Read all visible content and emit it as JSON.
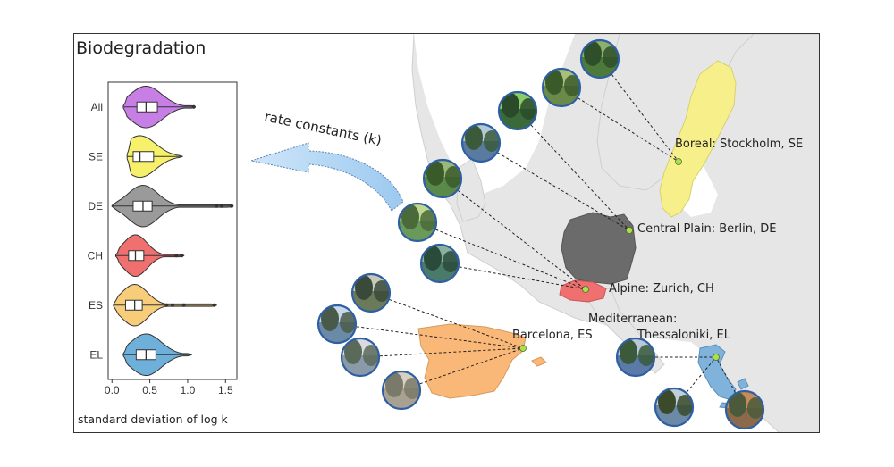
{
  "panel_title": "Biodegradation",
  "arrow_label": "rate constants (k)",
  "chart_data": {
    "type": "violin",
    "title": "Biodegradation",
    "xlabel": "standard deviation of log k",
    "ylabel": "",
    "xlim": [
      -0.05,
      1.65
    ],
    "xticks": [
      "0.0",
      "0.5",
      "1.0",
      "1.5"
    ],
    "xtick_values": [
      0.0,
      0.5,
      1.0,
      1.5
    ],
    "categories": [
      "All",
      "SE",
      "DE",
      "CH",
      "ES",
      "EL"
    ],
    "colors": {
      "All": "#c77ee5",
      "SE": "#f7f06a",
      "DE": "#9a9a9a",
      "CH": "#f07070",
      "ES": "#f8cd7a",
      "EL": "#6fb0db"
    },
    "series": [
      {
        "name": "All",
        "min": 0.15,
        "q1": 0.33,
        "median": 0.45,
        "q3": 0.6,
        "max": 1.1,
        "outliers": [
          1.08
        ]
      },
      {
        "name": "SE",
        "min": 0.2,
        "q1": 0.28,
        "median": 0.37,
        "q3": 0.55,
        "max": 0.93,
        "outliers": []
      },
      {
        "name": "DE",
        "min": 0.0,
        "q1": 0.28,
        "median": 0.41,
        "q3": 0.53,
        "max": 1.6,
        "outliers": [
          1.38,
          1.45,
          1.58
        ]
      },
      {
        "name": "CH",
        "min": 0.05,
        "q1": 0.22,
        "median": 0.31,
        "q3": 0.42,
        "max": 0.95,
        "outliers": [
          0.85,
          0.92
        ]
      },
      {
        "name": "ES",
        "min": 0.02,
        "q1": 0.18,
        "median": 0.3,
        "q3": 0.4,
        "max": 1.38,
        "outliers": [
          0.72,
          0.8,
          0.95,
          1.35
        ]
      },
      {
        "name": "EL",
        "min": 0.15,
        "q1": 0.32,
        "median": 0.45,
        "q3": 0.58,
        "max": 1.05,
        "outliers": []
      }
    ]
  },
  "map": {
    "colors": {
      "sweden": "#f7f08a",
      "germany": "#6b6b6b",
      "switzerland": "#f07070",
      "spain": "#f9b877",
      "greece": "#7fb3dc",
      "background": "#e6e6e6",
      "sea": "#ffffff",
      "site": "#a9e34b",
      "photo_ring": "#2e5fa3"
    },
    "labels": [
      {
        "id": "stockholm",
        "text": "Boreal: Stockholm, SE"
      },
      {
        "id": "berlin",
        "text": "Central Plain: Berlin, DE"
      },
      {
        "id": "zurich",
        "text": "Alpine: Zurich, CH"
      },
      {
        "id": "barcelona",
        "text": "Barcelona, ES"
      },
      {
        "id": "mediterranean",
        "text": "Mediterranean:"
      },
      {
        "id": "thessaloniki",
        "text": "Thessaloniki, EL"
      }
    ]
  }
}
